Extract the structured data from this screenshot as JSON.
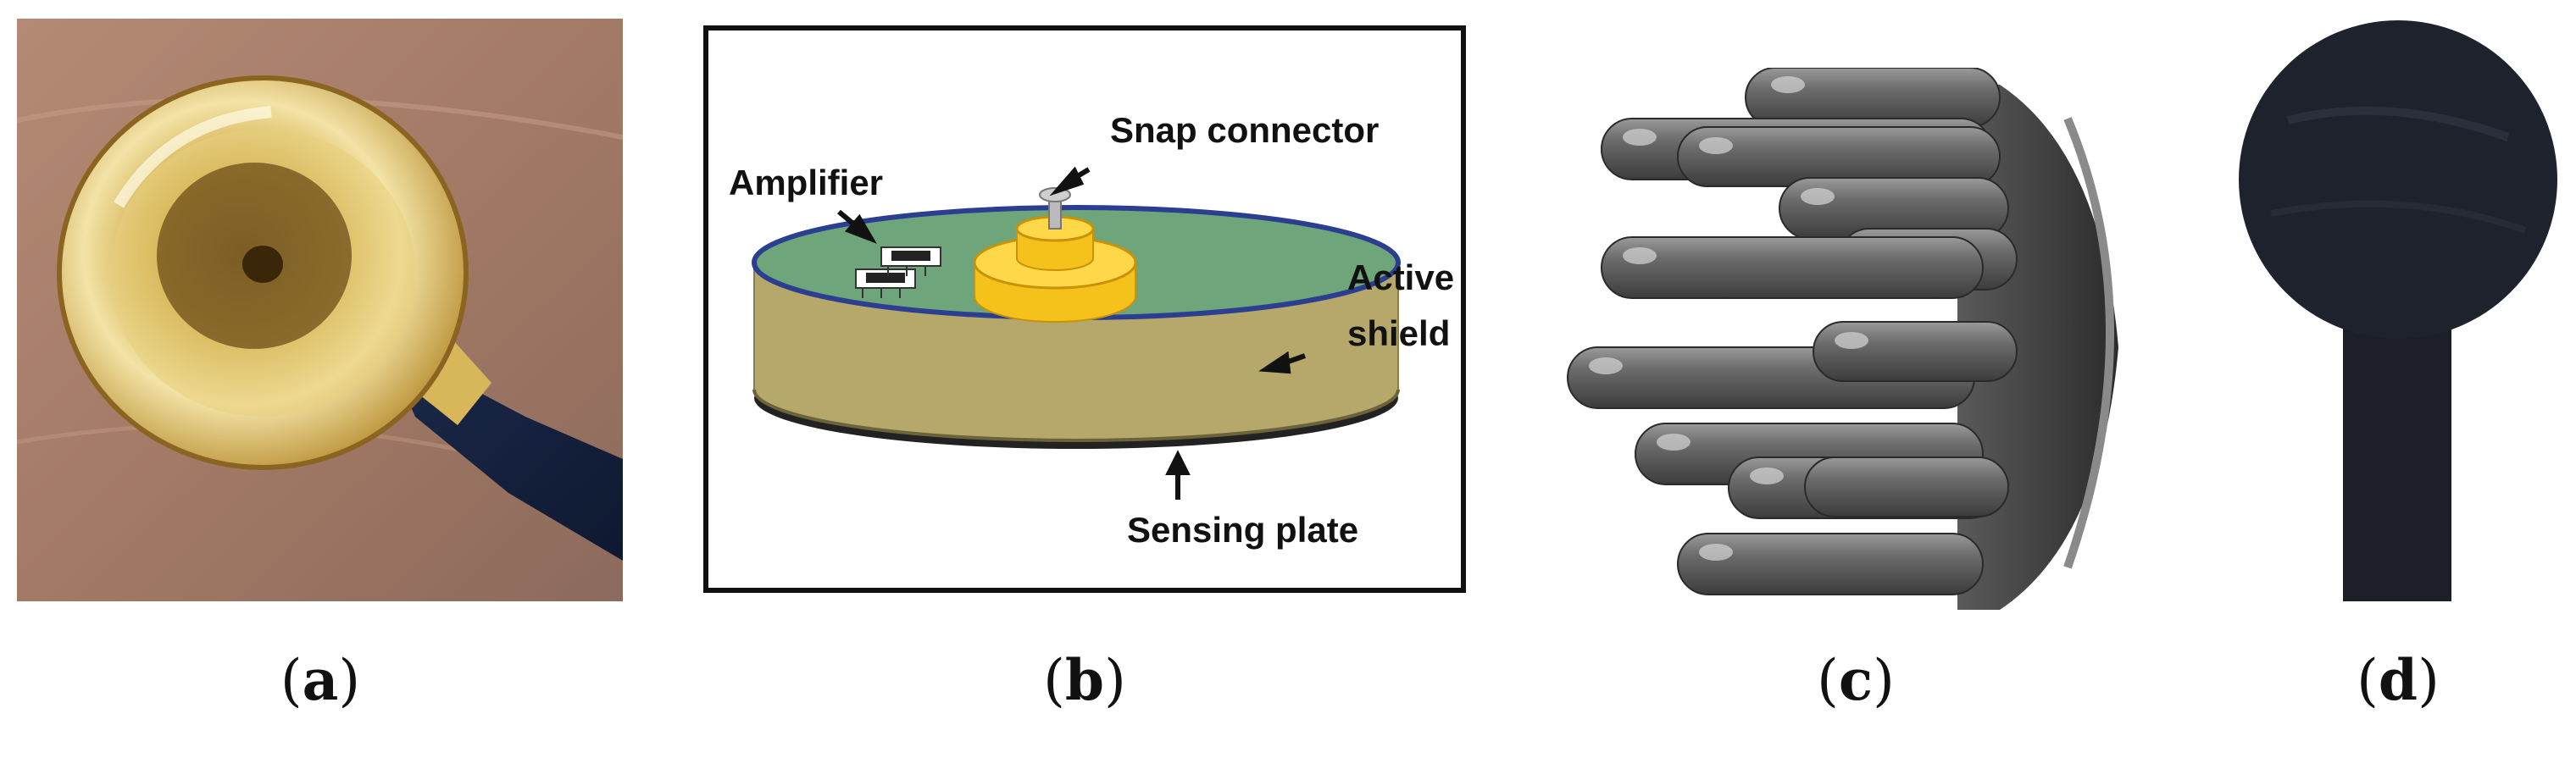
{
  "panels": [
    {
      "id": "a",
      "caption": "a",
      "depicts": "gold cup electrode with blue cable on skin"
    },
    {
      "id": "b",
      "caption": "b",
      "depicts": "active dry electrode diagram"
    },
    {
      "id": "c",
      "caption": "c",
      "depicts": "multi-pin dry electrode"
    },
    {
      "id": "d",
      "caption": "d",
      "depicts": "black round electrode with stem"
    }
  ],
  "diagram": {
    "labels": {
      "snap_connector": "Snap connector",
      "amplifier": "Amplifier",
      "active": "Active",
      "shield": "shield",
      "sensing_plate": "Sensing plate"
    },
    "colors": {
      "top_face": "#6fa57a",
      "rim": "#2b3e8f",
      "side": "#b5a86a",
      "connector": "#f4c21a",
      "plate": "#222222"
    }
  },
  "caption_parens": {
    "open": "(",
    "close": ")"
  }
}
